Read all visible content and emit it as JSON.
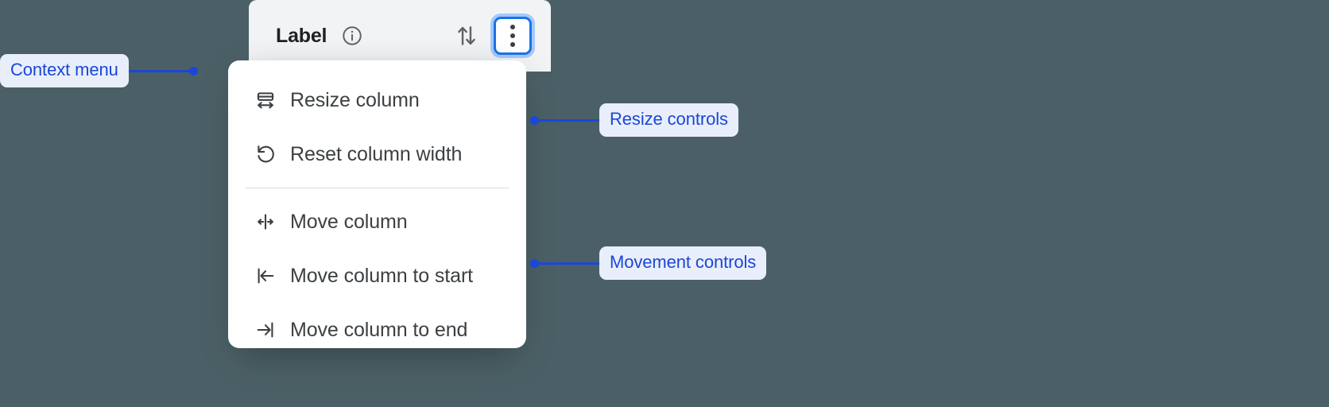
{
  "theme": {
    "page_background": "#4b6066",
    "header_background": "#f1f3f4",
    "menu_background": "#ffffff",
    "accent_blue": "#1a73e8",
    "focus_ring": "#a6c8fa",
    "callout_text": "#1a47d8",
    "callout_pill_background": "#e9eefb",
    "menu_text": "#3c4043",
    "divider": "#dadce0"
  },
  "column_header": {
    "title": "Label",
    "info_icon": "info-circle-icon",
    "sort_icon": "sort-up-down-icon",
    "overflow_icon": "kebab-three-dots-icon",
    "overflow_state": "focused"
  },
  "context_menu": {
    "groups": [
      {
        "name": "resize-controls",
        "items": [
          {
            "icon": "resize-column-icon",
            "label": "Resize column"
          },
          {
            "icon": "reset-width-rotate-ccw-icon",
            "label": "Reset column width"
          }
        ]
      },
      {
        "name": "movement-controls",
        "items": [
          {
            "icon": "move-column-left-right-icon",
            "label": "Move column"
          },
          {
            "icon": "move-to-start-icon",
            "label": "Move column to start"
          },
          {
            "icon": "move-to-end-icon",
            "label": "Move column to end"
          }
        ]
      }
    ]
  },
  "annotations": [
    {
      "id": "context-menu",
      "label": "Context menu",
      "side": "left"
    },
    {
      "id": "resize",
      "label": "Resize controls",
      "side": "right"
    },
    {
      "id": "movement",
      "label": "Movement controls",
      "side": "right"
    }
  ]
}
